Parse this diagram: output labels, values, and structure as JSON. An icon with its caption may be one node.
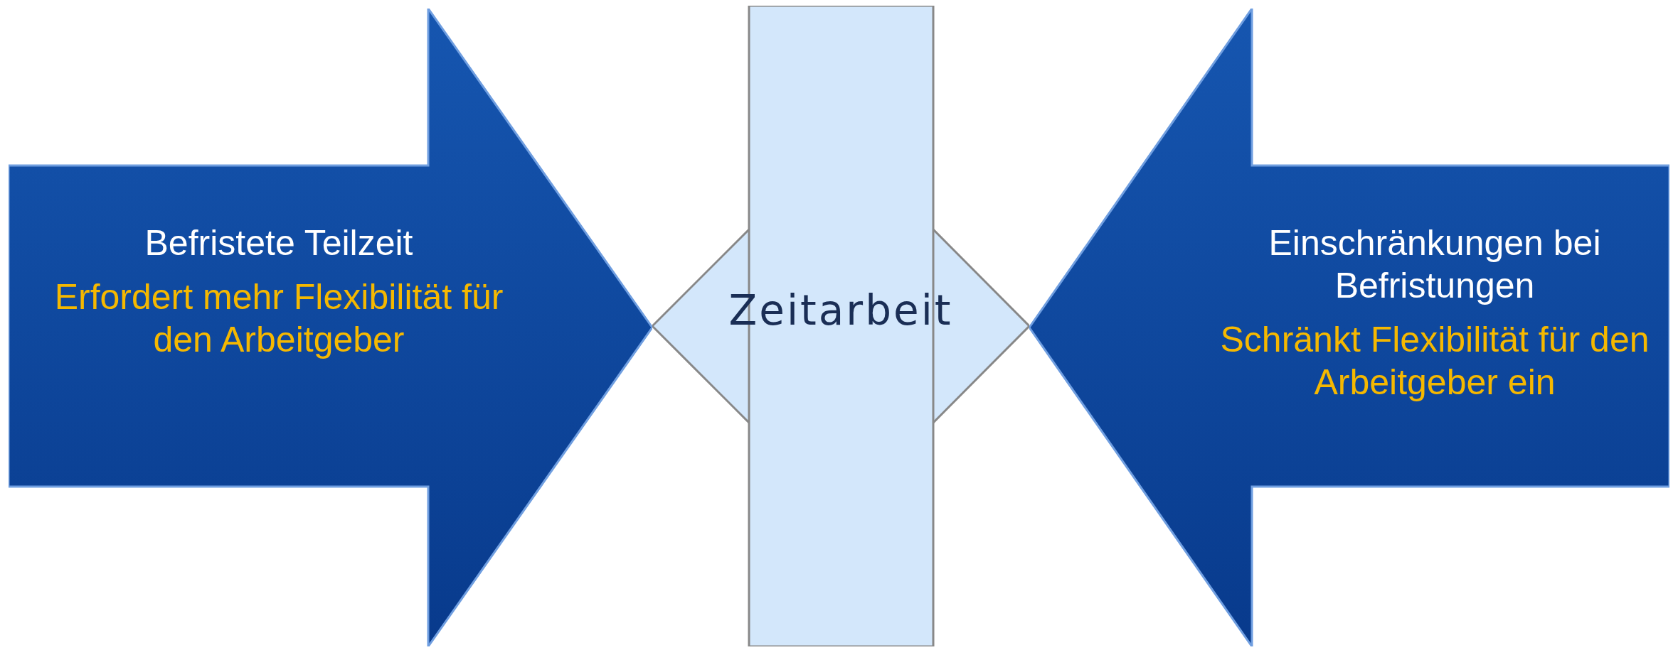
{
  "diagram": {
    "nodes": [
      {
        "text": [
          "Befristete Teilzeit",
          "Erfordert mehr Flexibilität für den Arbeitgeber"
        ]
      },
      {
        "text": [
          "Zeitarbeit"
        ]
      },
      {
        "text": [
          "Einschränkungen bei Befristungen",
          "Schränkt Flexibilität für den Arbeitgeber ein"
        ]
      }
    ]
  }
}
